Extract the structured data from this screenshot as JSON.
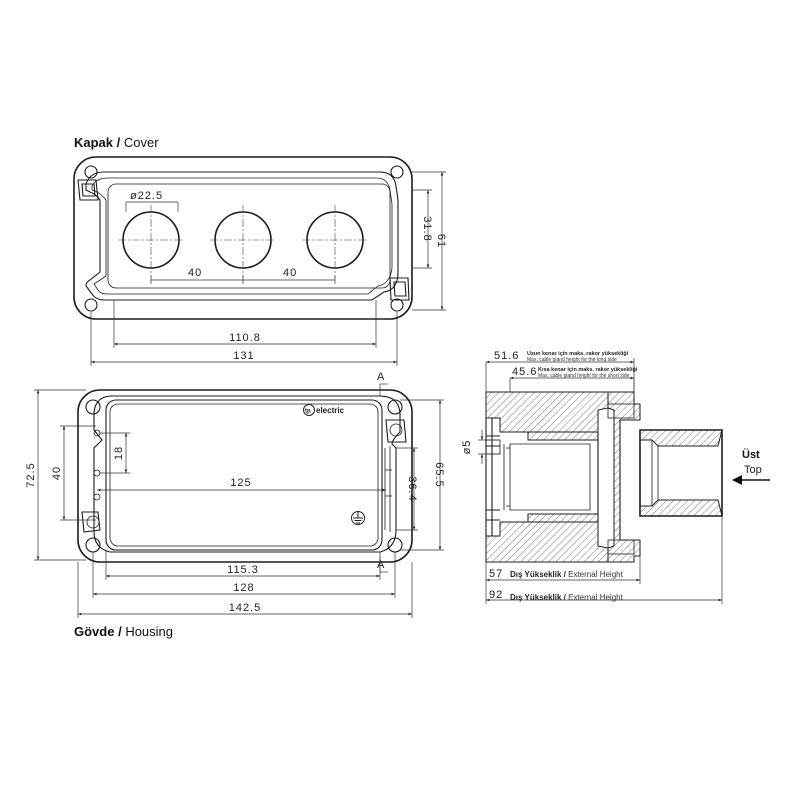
{
  "cover": {
    "title_tr": "Kapak",
    "title_sep": " / ",
    "title_en": "Cover",
    "dims": {
      "hole_diameter": "ø22.5",
      "spacing_left": "40",
      "spacing_right": "40",
      "inner_height": "31.8",
      "outer_height": "61",
      "inner_width": "110.8",
      "outer_width": "131"
    }
  },
  "housing": {
    "title_tr": "Gövde",
    "title_sep": " / ",
    "title_en": "Housing",
    "brand": "electric",
    "brand_mark": "tp",
    "section_mark_top": "A",
    "section_mark_bottom": "A",
    "dims": {
      "outer_height": "72.5",
      "inner_height": "40",
      "small_height": "18",
      "length_125": "125",
      "height_36_4": "36.4",
      "height_65_5": "65.5",
      "width_115_3": "115.3",
      "width_128": "128",
      "width_142_5": "142.5"
    }
  },
  "side": {
    "dim_51_6": "51.6",
    "note_long_tr": "Uzun kenar için maks. rakor yüksekliği",
    "note_long_en": "Max. cable gland height for the long side",
    "dim_45_6": "45.6",
    "note_short_tr": "Kısa kenar için maks. rakor yüksekliği",
    "note_short_en": "Max. cable gland height for the short side",
    "dim_5": "ø5",
    "dim_57": "57",
    "dim_92": "92",
    "ext_height_tr": "Dış Yükseklik",
    "ext_height_sep": " / ",
    "ext_height_en": "External Height",
    "top_tr": "Üst",
    "top_en": "Top"
  }
}
